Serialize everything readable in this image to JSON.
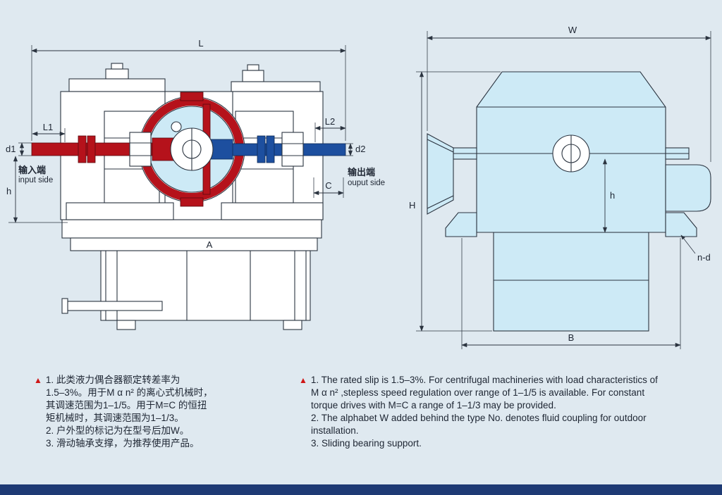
{
  "colors": {
    "background": "#dfe9f0",
    "line": "#2b3440",
    "text": "#1e2633",
    "input_shaft_red": "#b5121b",
    "output_shaft_blue": "#1d4f9f",
    "coupling_fill": "#cdeaf6",
    "footer_bar": "#1e3a74",
    "note_marker": "#cf1717"
  },
  "side_view": {
    "dims": {
      "overall_length": "L",
      "input_shaft_length": "L1",
      "output_shaft_length": "L2",
      "input_shaft_diameter": "d1",
      "output_shaft_diameter": "d2",
      "shaft_center_height": "h",
      "shaft_end_clearance": "C",
      "base_width": "A"
    },
    "labels": {
      "input_cn": "输入端",
      "input_en": "input side",
      "output_cn": "输出端",
      "output_en": "ouput side"
    }
  },
  "end_view": {
    "dims": {
      "overall_width": "W",
      "overall_height": "H",
      "foot_to_center_height": "h",
      "foundation_bolt_span": "B",
      "mounting_holes": "n-d"
    }
  },
  "notes_cn": {
    "marker": "▲",
    "lines": [
      "1. 此类液力偶合器额定转差率为",
      "1.5–3%。用于M α n² 的离心式机械时，",
      "其调速范围为1–1/5。用于M=C 的恒扭",
      "矩机械时，其调速范围为1–1/3。",
      "2. 户外型的标记为在型号后加W。",
      "3. 滑动轴承支撑，为推荐使用产品。"
    ]
  },
  "notes_en": {
    "marker": "▲",
    "lines": [
      "1. The rated slip is 1.5–3%. For centrifugal machineries with load characteristics of",
      "M α n² ,stepless speed regulation over range of 1–1/5 is available. For constant",
      "torque drives with M=C a range of 1–1/3 may be provided.",
      "2. The alphabet W added behind the type No. denotes fluid coupling for outdoor",
      "installation.",
      "3. Sliding bearing support."
    ]
  }
}
